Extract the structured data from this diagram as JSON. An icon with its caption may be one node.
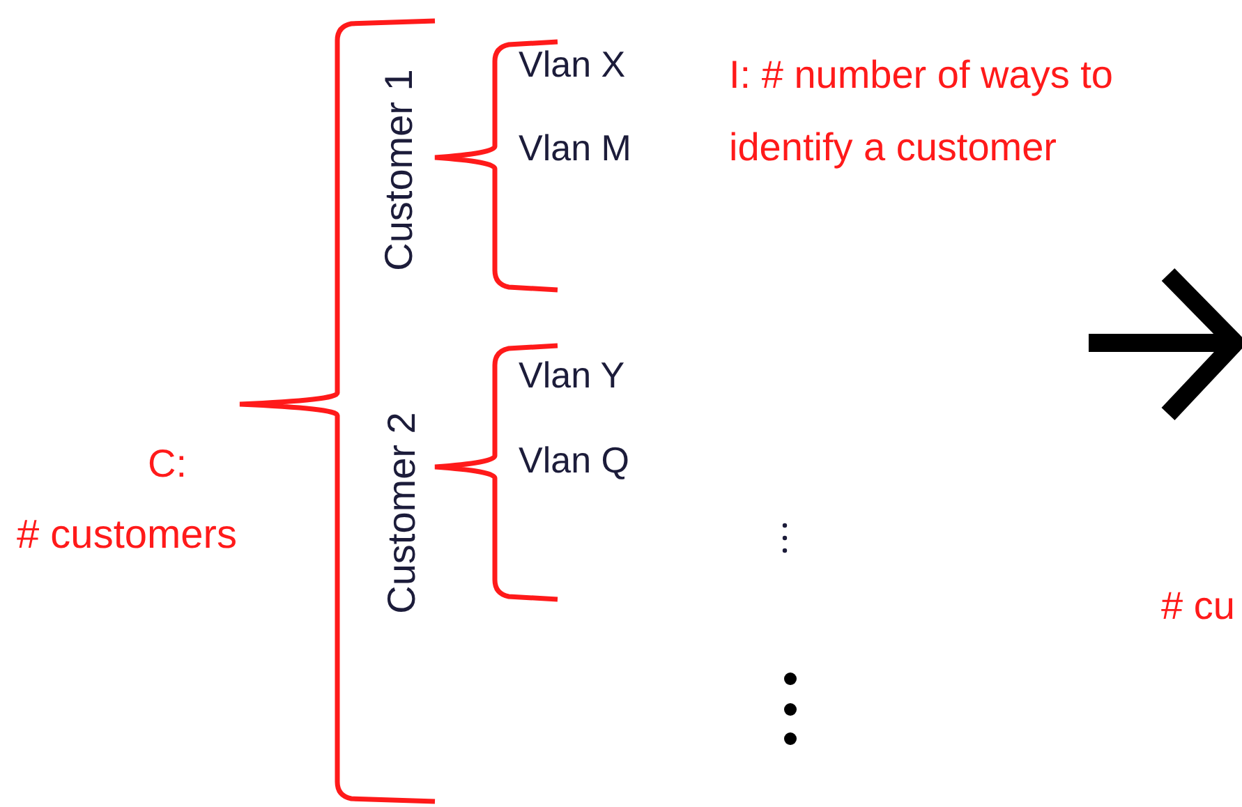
{
  "diagram": {
    "labels": [
      "Customer 1",
      "Vlan X",
      "I: # number of ways to identify a customer",
      "Vlan M",
      "Customer 2",
      "Vlan Y",
      "C:",
      "Vlan Q",
      "# customers",
      "# cu"
    ]
  }
}
